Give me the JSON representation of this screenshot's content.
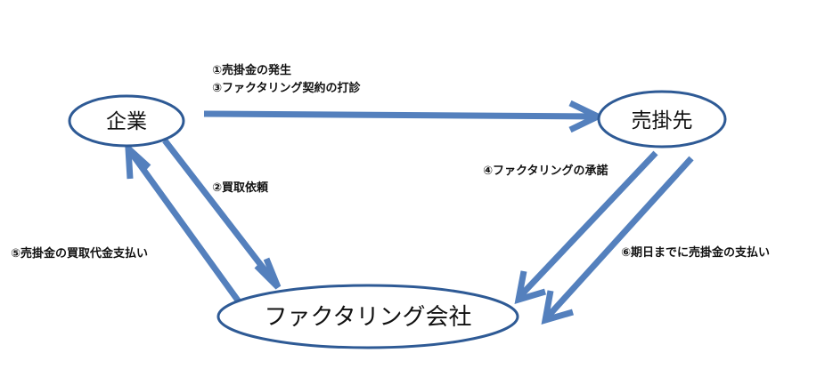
{
  "nodes": {
    "company": "企業",
    "customer": "売掛先",
    "factoring": "ファクタリング会社"
  },
  "edges": {
    "receivable_occurs": "①売掛金の発生",
    "factoring_proposal": "③ファクタリング契約の打診",
    "purchase_request": "②買取依頼",
    "consent": "④ファクタリングの承諾",
    "purchase_payment": "⑤売掛金の買取代金支払い",
    "payment_by_due": "⑥期日までに売掛金の支払い"
  },
  "colors": {
    "arrow": "#5480bd",
    "node_border": "#2e5a95",
    "text": "#111111",
    "background": "#ffffff"
  }
}
